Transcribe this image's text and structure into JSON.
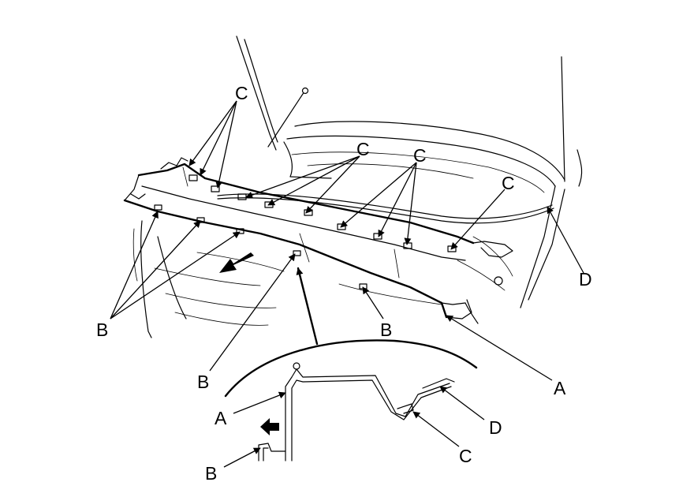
{
  "callouts": {
    "a_main": "A",
    "a_detail": "A",
    "b_left": "B",
    "b_center": "B",
    "b_right": "B",
    "b_detail": "B",
    "c_top_left": "C",
    "c_mid_left": "C",
    "c_mid_right": "C",
    "c_right": "C",
    "c_detail": "C",
    "d_main": "D",
    "d_detail": "D"
  }
}
